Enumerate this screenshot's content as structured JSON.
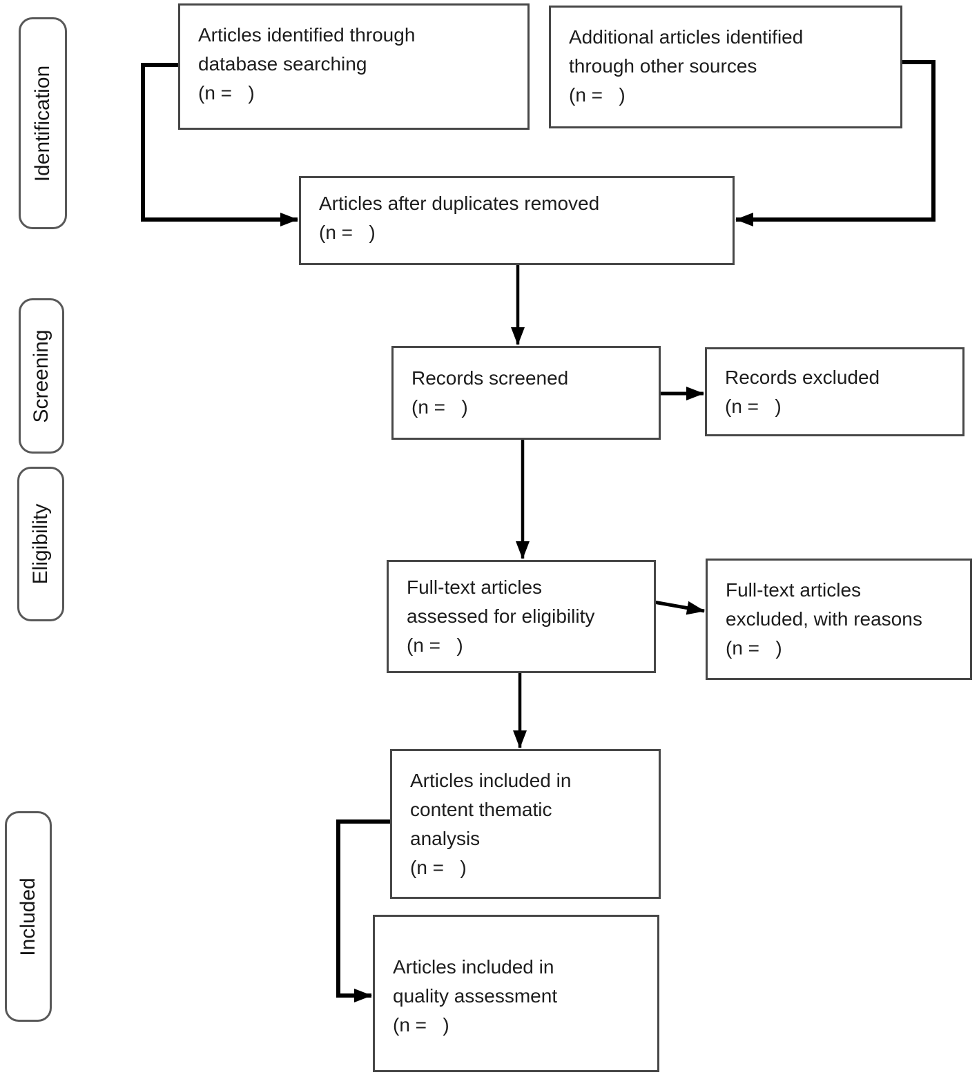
{
  "colors": {
    "background": "#ffffff",
    "box_border": "#474747",
    "stage_border": "#585858",
    "text": "#1d1d1d",
    "arrow": "#000000"
  },
  "stages": [
    {
      "label": "Identification"
    },
    {
      "label": "Screening"
    },
    {
      "label": "Eligibility"
    },
    {
      "label": "Included"
    }
  ],
  "boxes": {
    "database": {
      "text": "Articles identified through\ndatabase searching",
      "count": "(n =   )"
    },
    "other_sources": {
      "text": "Additional articles identified\nthrough other sources",
      "count": "(n =   )"
    },
    "duplicates_removed": {
      "text": "Articles after duplicates removed",
      "count": "(n =   )"
    },
    "records_screened": {
      "text": "Records screened",
      "count": "(n =   )"
    },
    "records_excluded": {
      "text": "Records excluded",
      "count": "(n =   )"
    },
    "fulltext_assessed": {
      "text": "Full-text articles\nassessed for eligibility",
      "count": "(n =   )"
    },
    "fulltext_excluded": {
      "text": "Full-text articles\nexcluded, with reasons",
      "count": "(n =   )"
    },
    "thematic_analysis": {
      "text": "Articles included in\ncontent thematic\nanalysis",
      "count": "(n =   )"
    },
    "quality_assessment": {
      "text": "Articles included in\nquality assessment",
      "count": "(n =   )"
    }
  }
}
